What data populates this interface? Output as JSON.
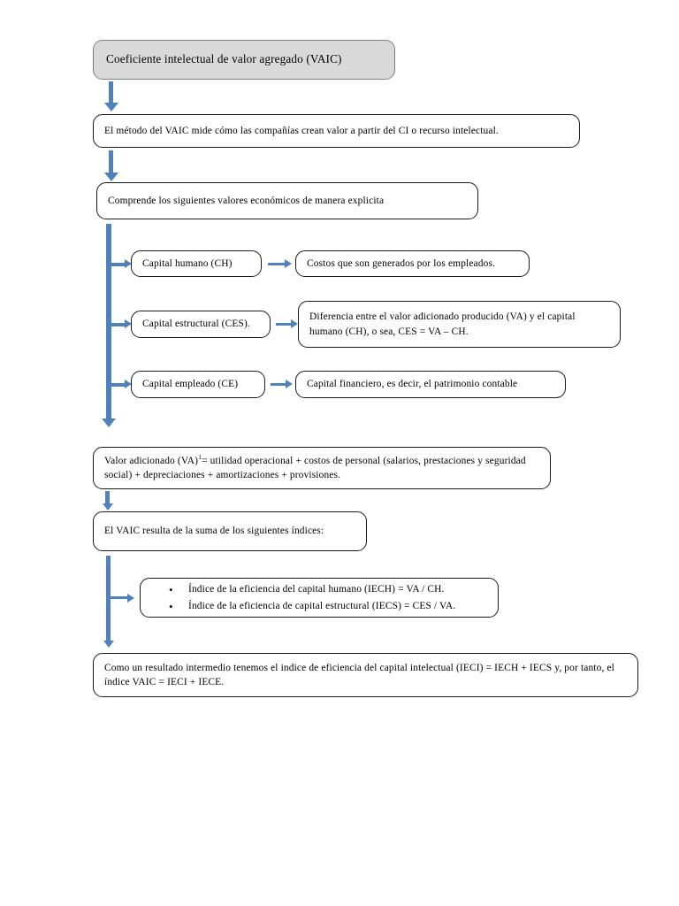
{
  "diagram": {
    "title": "Coeficiente intelectual de valor agregado (VAIC)",
    "accent_color": "#4f81bd",
    "shaded_fill": "#d9d9d9",
    "border_color": "#1a1a1a",
    "nodes": {
      "header": "Coeficiente intelectual de valor agregado (VAIC)",
      "definition": "El método del VAIC mide cómo las compañías crean valor a partir del CI o recurso intelectual.",
      "comprende": "Comprende los siguientes valores económicos de manera explicita",
      "capital_humano": "Capital humano (CH)",
      "capital_humano_desc": "Costos que son generados por los empleados.",
      "capital_estructural": "Capital estructural (CES).",
      "capital_estructural_desc": "Diferencia entre el valor adicionado producido (VA) y el capital humano (CH), o sea, CES = VA – CH.",
      "capital_empleado": "Capital empleado (CE)",
      "capital_empleado_desc": "Capital financiero, es decir, el patrimonio contable",
      "valor_adicionado_prefix": "Valor adicionado (VA)",
      "valor_adicionado_superscript": "1",
      "valor_adicionado_rest": "= utilidad operacional + costos de personal (salarios, prestaciones y seguridad social) + depreciaciones + amortizaciones + provisiones.",
      "vaic_suma": "El VAIC resulta de la suma de los siguientes índices:",
      "indices": [
        "Índice de la eficiencia del capital humano (IECH) = VA / CH.",
        "Índice de la eficiencia de capital estructural (IECS) = CES / VA."
      ],
      "resultado_intermedio": "Como un resultado intermedio tenemos el indice de eficiencia del capital intelectual (IECI) = IECH + IECS y, por tanto, el índice VAIC = IECI + IECE."
    }
  }
}
